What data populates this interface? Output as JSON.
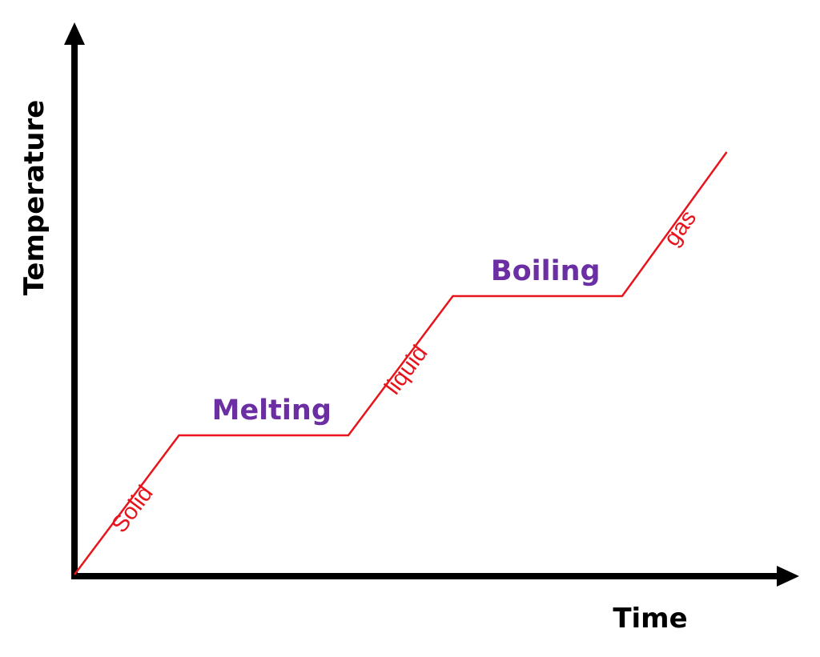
{
  "chart_data": {
    "type": "line",
    "title": "",
    "xlabel": "Time",
    "ylabel": "Temperature",
    "xlim": [
      0,
      10
    ],
    "ylim": [
      0,
      10
    ],
    "grid": false,
    "legend": "none",
    "series": [
      {
        "x": [
          0,
          1.45,
          3.8,
          5.25,
          7.6,
          9.05
        ],
        "y": [
          0,
          2.9,
          2.9,
          5.8,
          5.8,
          8.8
        ]
      }
    ],
    "segment_labels": [
      "Solid",
      "liquid",
      "gas"
    ],
    "phase_labels": [
      "Melting",
      "Boiling"
    ],
    "colors": {
      "line": "#e8141c",
      "phase_text": "#6b2fa3",
      "axis": "#000000"
    }
  }
}
